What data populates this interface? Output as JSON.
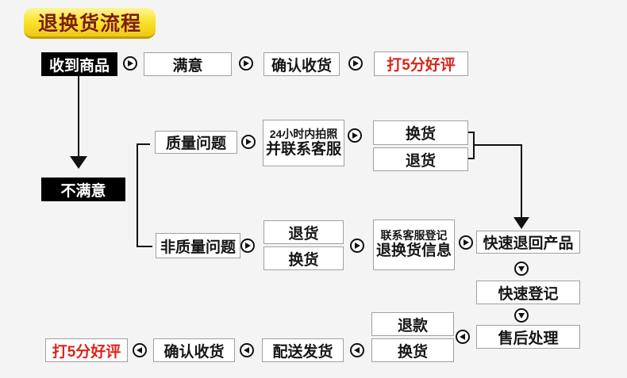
{
  "title": "退换货流程",
  "colors": {
    "background": "#f4f4f4",
    "title_bg_top": "#fdf49a",
    "title_bg_bottom": "#eec913",
    "title_text": "#7f1d05",
    "node_black_bg": "#000000",
    "node_border": "#a0a0a0",
    "highlight_red": "#da251c",
    "line": "#111111"
  },
  "icons": {
    "arrow_right": "▶",
    "arrow_left": "◀",
    "arrow_down": "▼"
  },
  "top_flow": {
    "received": "收到商品",
    "satisfied": "满意",
    "confirm_receipt": "确认收货",
    "five_star_review": "打5分好评"
  },
  "middle_flow": {
    "unsatisfied": "不满意",
    "quality_issue": "质量问题",
    "photo_line1": "24小时内拍照",
    "photo_line2": "并联系客服",
    "quality_exchange": "换货",
    "quality_return": "退货",
    "non_quality_issue": "非质量问题",
    "nq_return": "退货",
    "nq_exchange": "换货",
    "contact_line1": "联系客服登记",
    "contact_line2": "退换货信息"
  },
  "right_flow": {
    "fast_return_product": "快速退回产品",
    "fast_register": "快速登记",
    "after_sales": "售后处理"
  },
  "bottom_flow": {
    "refund": "退款",
    "exchange": "换货",
    "delivery": "配送发货",
    "confirm_receipt": "确认收货",
    "five_star_review": "打5分好评"
  }
}
